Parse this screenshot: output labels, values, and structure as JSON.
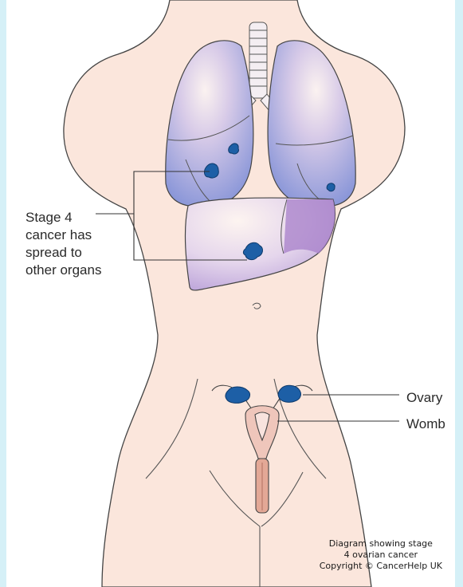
{
  "labels": {
    "stage": "Stage 4\ncancer has\nspread to\nother organs",
    "ovary": "Ovary",
    "womb": "Womb"
  },
  "caption": {
    "line1": "Diagram showing stage",
    "line2": "4 ovarian cancer",
    "line3": "Copyright © CancerHelp UK"
  },
  "colors": {
    "background": "#d5f0f7",
    "skin": "#fbe6dc",
    "outline": "#333333",
    "organ_light": "#e9dff2",
    "organ_mid": "#b8a2d8",
    "tumour": "#1d5fa6"
  }
}
